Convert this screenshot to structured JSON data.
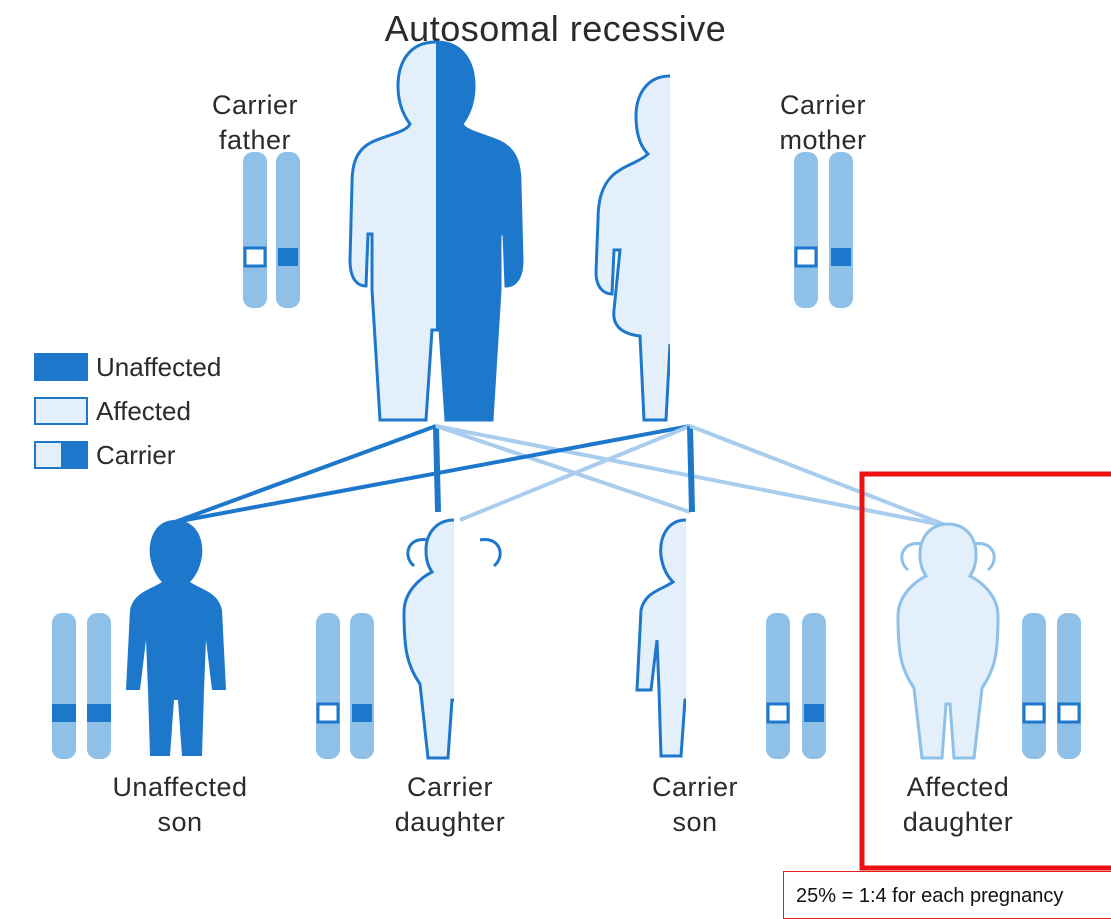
{
  "title": "Autosomal recessive",
  "colors": {
    "unaffected": "#1d78cc",
    "affected_fill": "#e3effa",
    "chromosome": "#8ec0e8",
    "highlight_box": "#ee1111"
  },
  "parents": [
    {
      "label_line1": "Carrier",
      "label_line2": "father",
      "status": "carrier",
      "alleles": [
        "recessive",
        "dominant"
      ]
    },
    {
      "label_line1": "Carrier",
      "label_line2": "mother",
      "status": "carrier",
      "alleles": [
        "recessive",
        "dominant"
      ]
    }
  ],
  "legend": [
    {
      "label": "Unaffected",
      "swatch": "unaffected"
    },
    {
      "label": "Affected",
      "swatch": "affected"
    },
    {
      "label": "Carrier",
      "swatch": "carrier"
    }
  ],
  "children": [
    {
      "label_line1": "Unaffected",
      "label_line2": "son",
      "status": "unaffected",
      "alleles": [
        "dominant",
        "dominant"
      ]
    },
    {
      "label_line1": "Carrier",
      "label_line2": "daughter",
      "status": "carrier",
      "alleles": [
        "recessive",
        "dominant"
      ]
    },
    {
      "label_line1": "Carrier",
      "label_line2": "son",
      "status": "carrier",
      "alleles": [
        "recessive",
        "dominant"
      ]
    },
    {
      "label_line1": "Affected",
      "label_line2": "daughter",
      "status": "affected",
      "alleles": [
        "recessive",
        "recessive"
      ]
    }
  ],
  "footnote": "25% =  1:4 for each pregnancy"
}
